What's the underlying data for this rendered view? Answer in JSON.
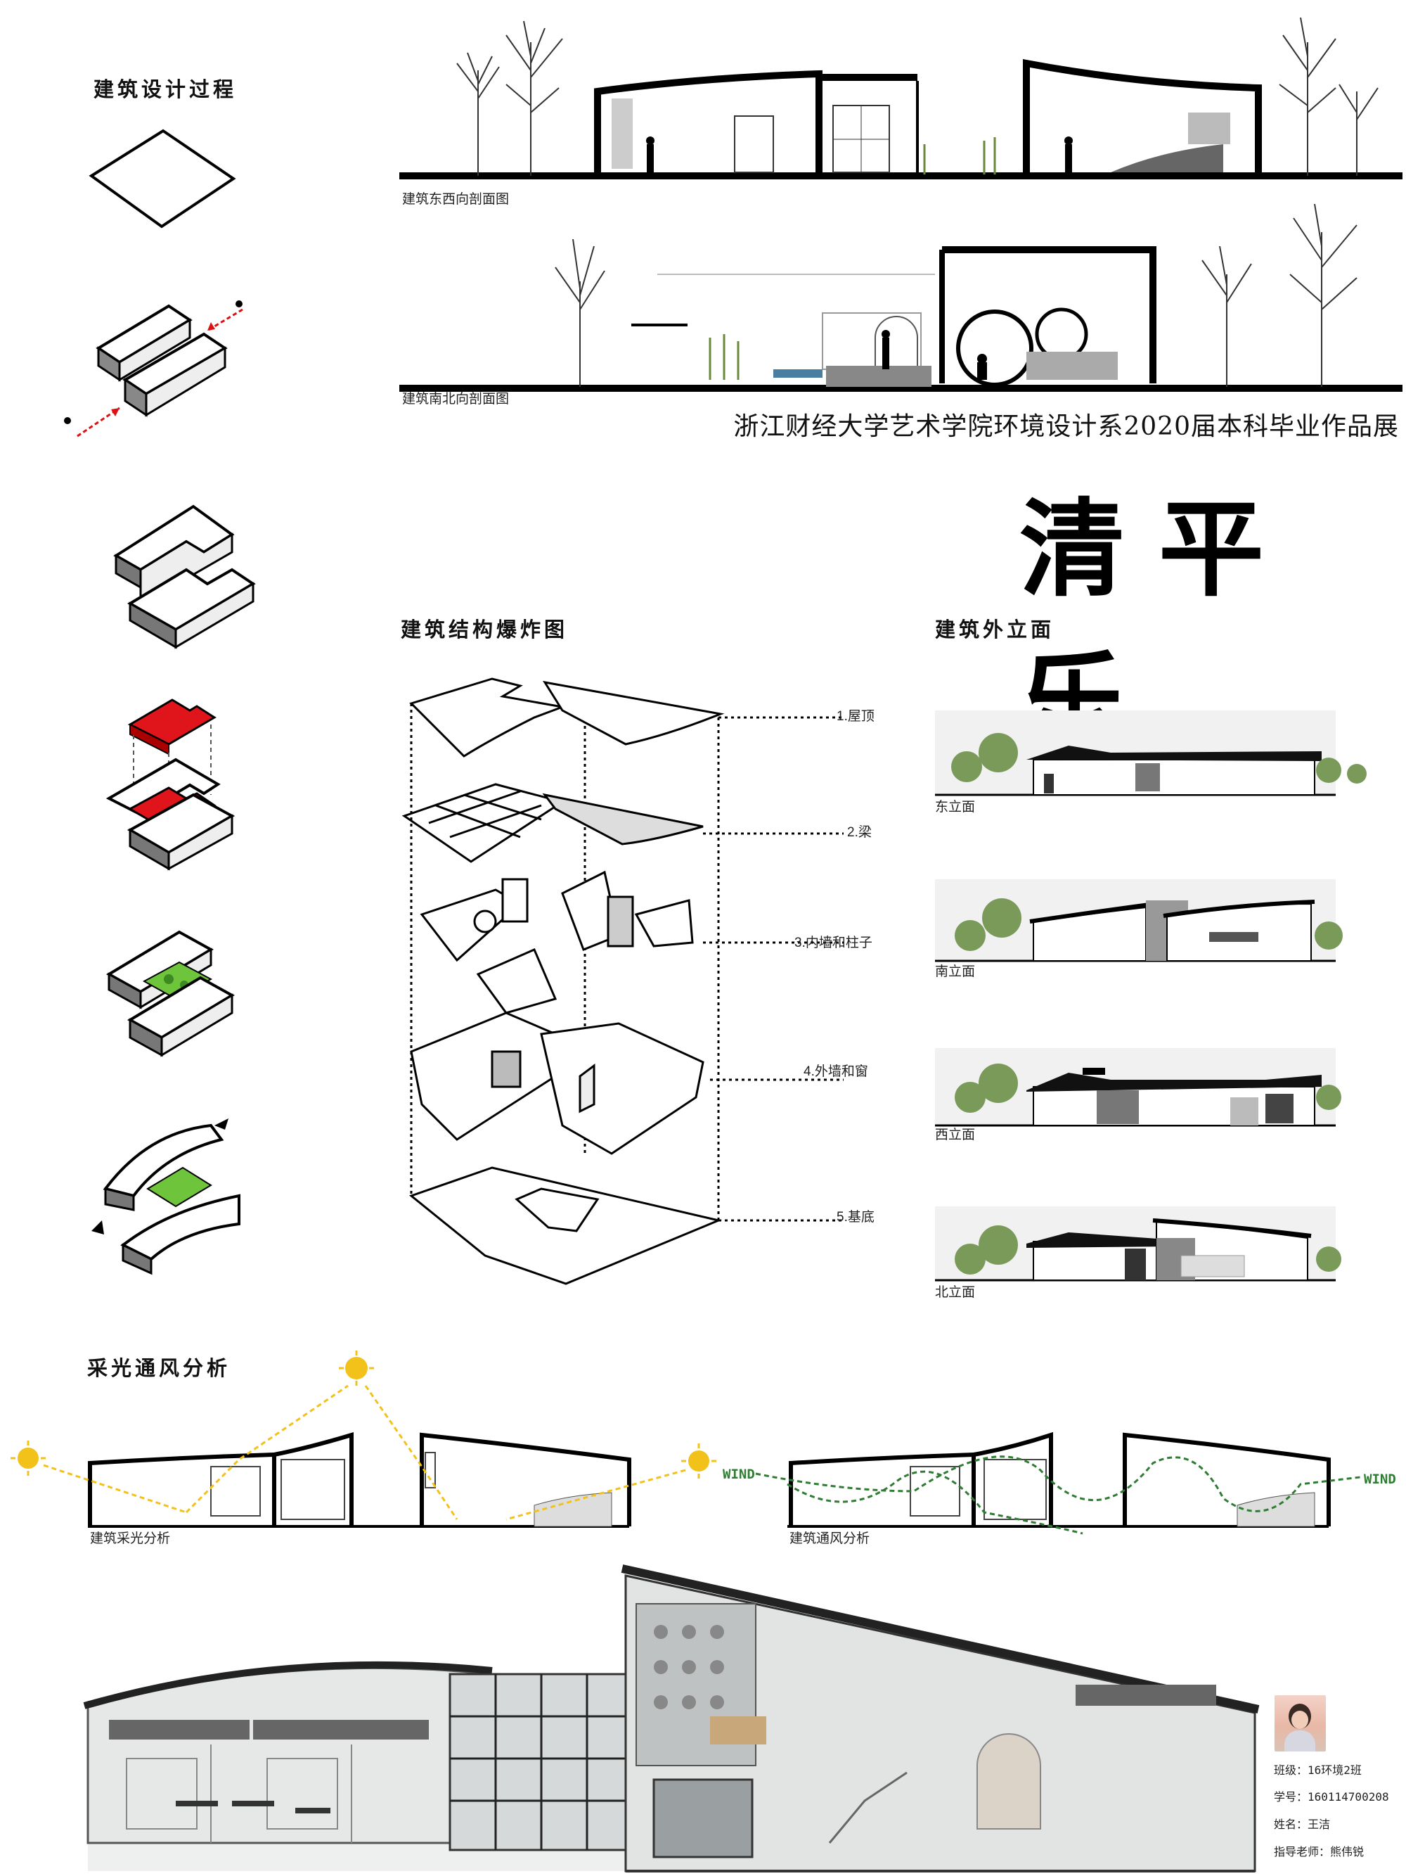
{
  "process": {
    "heading": "建筑设计过程"
  },
  "sections": {
    "ew_label": "建筑东西向剖面图",
    "ns_label": "建筑南北向剖面图"
  },
  "exhibition_title": "浙江财经大学艺术学院环境设计系2020届本科毕业作品展",
  "project_title": "清平乐",
  "explosion": {
    "heading": "建筑结构爆炸图",
    "layers": [
      "1.屋顶",
      "2.梁",
      "3.内墙和柱子",
      "4.外墙和窗",
      "5.基底"
    ]
  },
  "elevations": {
    "heading": "建筑外立面",
    "labels": [
      "东立面",
      "南立面",
      "西立面",
      "北立面"
    ]
  },
  "analysis": {
    "heading": "采光通风分析",
    "light_label": "建筑采光分析",
    "wind_label": "建筑通风分析",
    "wind_left": "WIND",
    "wind_right": "WIND"
  },
  "student": {
    "class": "班级：16环境2班",
    "id": "学号：160114700208",
    "name": "姓名：王洁",
    "advisor": "指导老师：熊伟锐"
  },
  "colors": {
    "accent_red": "#e0141b",
    "grass_green": "#6ec43a",
    "sun_yellow": "#f2c21a",
    "wind_green": "#2e7d32"
  }
}
